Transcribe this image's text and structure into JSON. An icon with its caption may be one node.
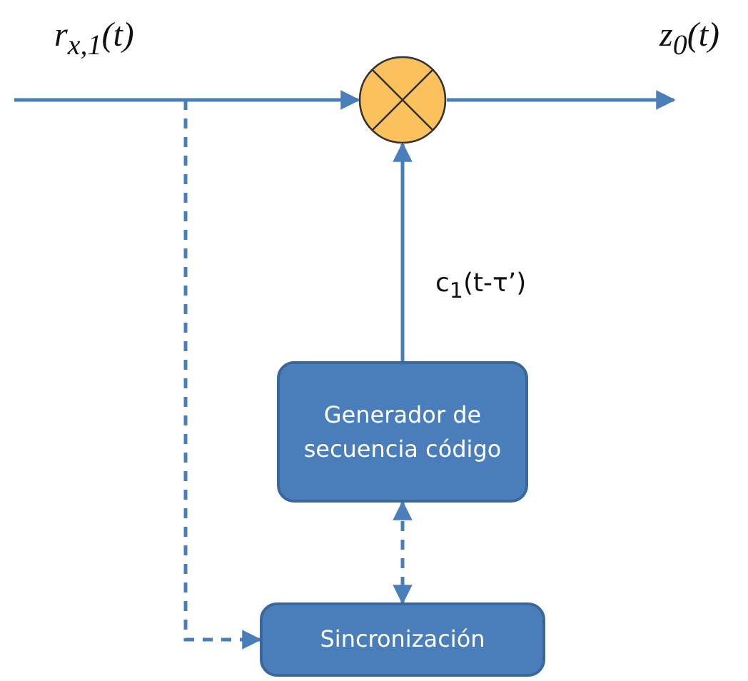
{
  "diagram": {
    "nodes": [
      {
        "text": [],
        "shape": "circle"
      },
      {
        "text": [
          "Generador de secuencia código"
        ]
      },
      {
        "text": [
          "Sincronización"
        ]
      }
    ],
    "edges": [
      {
        "from": null,
        "to": 0,
        "arrow": "to"
      },
      {
        "from": 0,
        "to": null,
        "arrow": "to"
      },
      {
        "from": 1,
        "to": 0,
        "arrow": "to",
        "label": "c$_{1}$(t-τ’)"
      },
      {
        "from": 1,
        "to": 2,
        "arrow": "both",
        "style": "dashed"
      },
      {
        "from": null,
        "to": 2,
        "arrow": "to",
        "style": "dashed"
      }
    ],
    "labels": [
      "r$_{x,1}$(t)",
      "z$_{0}$(t)"
    ]
  }
}
